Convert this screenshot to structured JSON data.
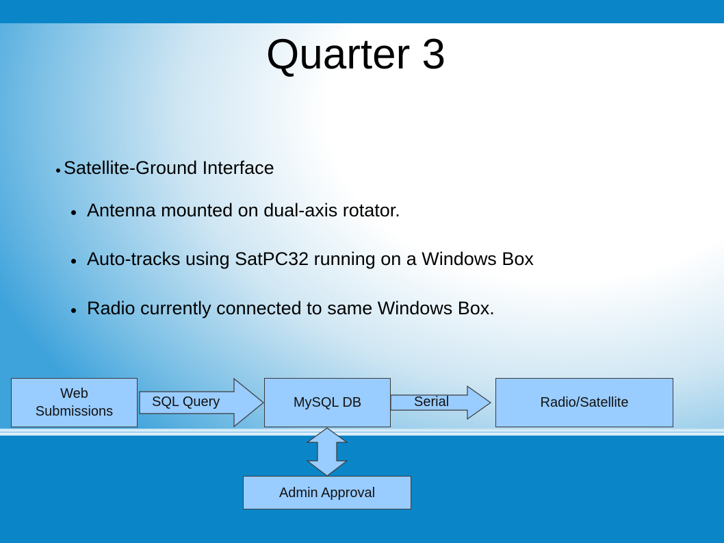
{
  "slide": {
    "title": "Quarter 3",
    "bullets": {
      "heading": "Satellite-Ground Interface",
      "items": [
        "Antenna mounted on dual-axis rotator.",
        "Auto-tracks using SatPC32 running on a Windows Box",
        "Radio currently connected to same Windows Box."
      ]
    }
  },
  "diagram": {
    "nodes": {
      "web_submissions": {
        "line1": "Web",
        "line2": "Submissions"
      },
      "mysql_db": "MySQL DB",
      "radio_satellite": "Radio/Satellite",
      "admin_approval": "Admin Approval"
    },
    "edges": {
      "sql_query": "SQL Query",
      "serial": "Serial"
    }
  },
  "colors": {
    "header_blue": "#0a86c8",
    "node_fill": "#99ccff",
    "node_border": "#3a3a3a"
  }
}
